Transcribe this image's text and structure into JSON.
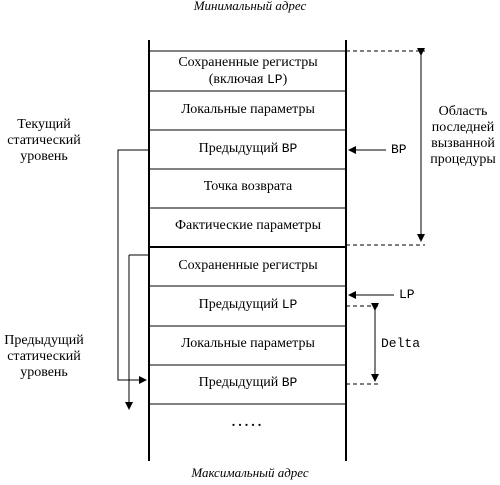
{
  "top_label": "Минимальный адрес",
  "bottom_label": "Максимальный адрес",
  "frame_label": [
    "Область",
    "последней",
    "вызванной",
    "процедуры"
  ],
  "left_top_label": [
    "Текущий",
    "статический",
    "уровень"
  ],
  "left_bottom_label": [
    "Предыдущий",
    "статический",
    "уровень"
  ],
  "cells": [
    {
      "line1": "Сохраненные регистры",
      "line2_pre": "(включая ",
      "line2_code": "LP",
      "line2_post": ")"
    },
    {
      "text": "Локальные параметры"
    },
    {
      "pre": "Предыдущий ",
      "code": "BP"
    },
    {
      "text": "Точка возврата"
    },
    {
      "text": "Фактические параметры"
    },
    {
      "text": "Сохраненные регистры"
    },
    {
      "pre": "Предыдущий ",
      "code": "LP"
    },
    {
      "text": "Локальные параметры"
    },
    {
      "pre": "Предыдущий ",
      "code": "BP"
    },
    {
      "text": "....."
    }
  ],
  "pointers": {
    "bp": "BP",
    "lp": "LP",
    "delta": "Delta"
  }
}
